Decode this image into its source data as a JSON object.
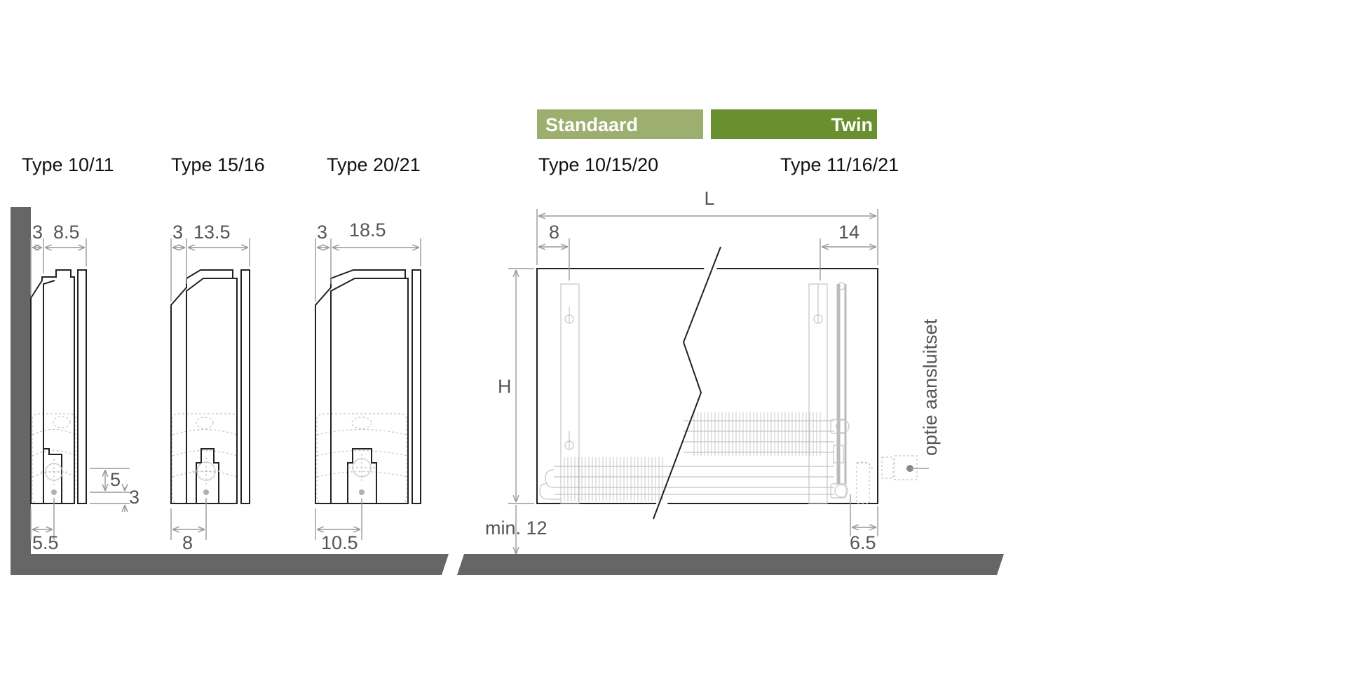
{
  "banners": {
    "standaard": {
      "label": "Standaard",
      "color": "#9caf6e"
    },
    "twin": {
      "label": "Twin",
      "color": "#6a8f2e"
    }
  },
  "section_titles": {
    "type_10_11": "Type 10/11",
    "type_15_16": "Type 15/16",
    "type_20_21": "Type 20/21",
    "type_10_15_20": "Type 10/15/20",
    "type_11_16_21": "Type 11/16/21"
  },
  "dimensions": {
    "t1011_wall_gap": "3",
    "t1011_depth": "8.5",
    "t1011_bottom": "5.5",
    "t1011_valve_height": "5",
    "t1011_valve_offset": "3",
    "t1516_wall_gap": "3",
    "t1516_depth": "13.5",
    "t1516_bottom": "8",
    "t2021_wall_gap": "3",
    "t2021_depth": "18.5",
    "t2021_bottom": "10.5",
    "front_length": "L",
    "front_left_offset": "8",
    "front_right_offset": "14",
    "front_height": "H",
    "front_floor_gap": "min. 12",
    "front_connection_offset": "6.5"
  },
  "option_label": "optie aansluitset",
  "colors": {
    "wall_floor": "#666666"
  }
}
